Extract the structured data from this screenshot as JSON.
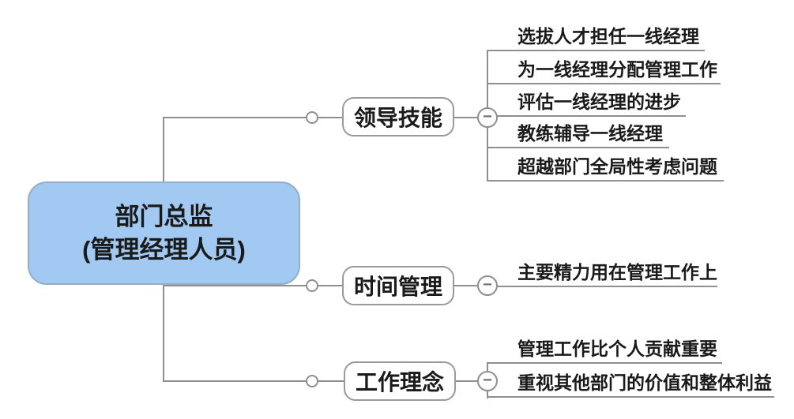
{
  "diagram": {
    "type": "mindmap",
    "root": {
      "title_line1": "部门总监",
      "title_line2": "(管理经理人员)"
    },
    "branches": [
      {
        "label": "领导技能",
        "children": [
          "选拔人才担任一线经理",
          "为一线经理分配管理工作",
          "评估一线经理的进步",
          "教练辅导一线经理",
          "超越部门全局性考虑问题"
        ]
      },
      {
        "label": "时间管理",
        "children": [
          "主要精力用在管理工作上"
        ]
      },
      {
        "label": "工作理念",
        "children": [
          "管理工作比个人贡献重要",
          "重视其他部门的价值和整体利益"
        ]
      }
    ],
    "collapse_icon": "−",
    "colors": {
      "background": "#ffffff",
      "root_fill": "#a2c9f2",
      "root_border": "#93aec7",
      "node_border": "#9a9a9a",
      "line": "#8f8f8f",
      "text": "#1a1a1a"
    }
  }
}
